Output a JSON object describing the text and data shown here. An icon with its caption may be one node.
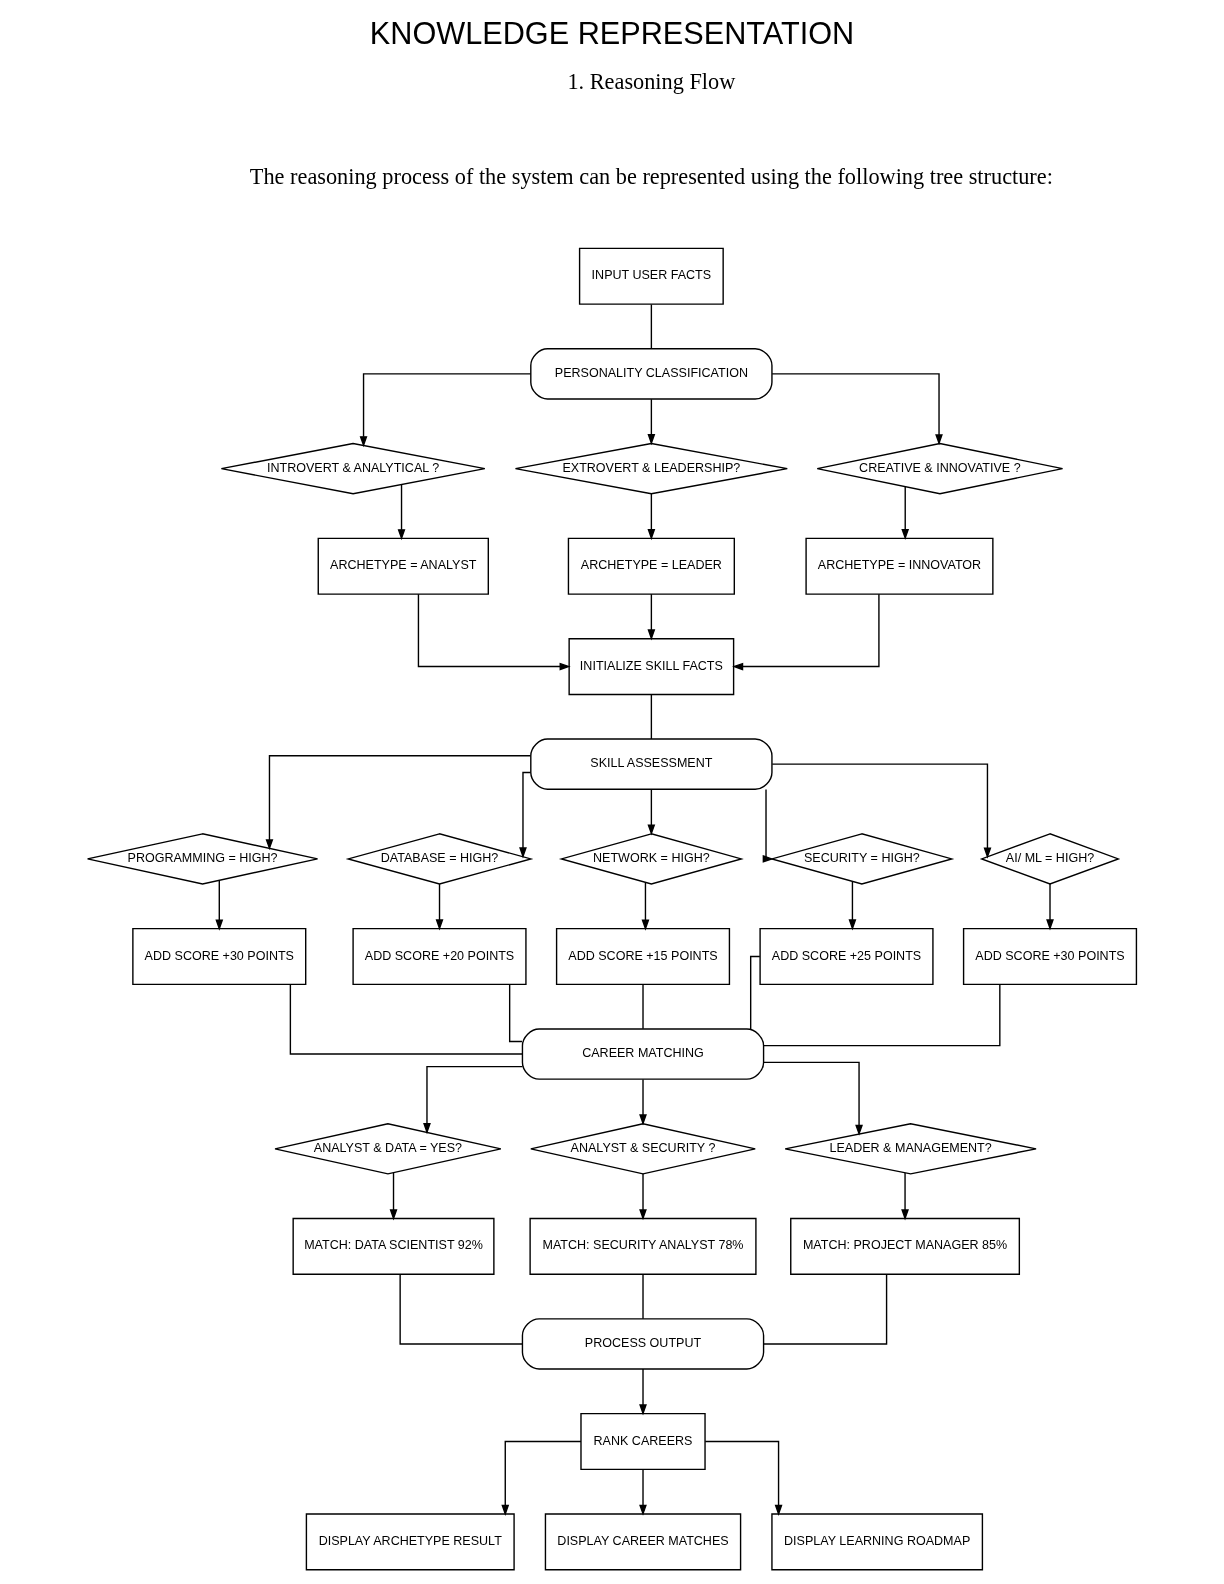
{
  "diagram": {
    "title": "KNOWLEDGE REPRESENTATION",
    "labels": [
      "1. Reasoning Flow",
      "The reasoning process of the system can be represented using the following tree structure:"
    ],
    "nodes": [
      {
        "text": [
          "INPUT USER FACTS"
        ]
      },
      {
        "text": [
          "PERSONALITY CLASSIFICATION"
        ]
      },
      {
        "text": [
          "INTROVERT & ANALYTICAL ?"
        ]
      },
      {
        "text": [
          "EXTROVERT & LEADERSHIP?"
        ]
      },
      {
        "text": [
          "CREATIVE & INNOVATIVE ?"
        ]
      },
      {
        "text": [
          "ARCHETYPE = ANALYST"
        ]
      },
      {
        "text": [
          "ARCHETYPE = LEADER"
        ]
      },
      {
        "text": [
          "ARCHETYPE = INNOVATOR"
        ]
      },
      {
        "text": [
          "INITIALIZE SKILL FACTS"
        ]
      },
      {
        "text": [
          "SKILL ASSESSMENT"
        ]
      },
      {
        "text": [
          "PROGRAMMING = HIGH?"
        ]
      },
      {
        "text": [
          "DATABASE = HIGH?"
        ]
      },
      {
        "text": [
          "NETWORK = HIGH?"
        ]
      },
      {
        "text": [
          "SECURITY = HIGH?"
        ]
      },
      {
        "text": [
          "AI/ ML = HIGH?"
        ]
      },
      {
        "text": [
          "ADD SCORE +30 POINTS"
        ]
      },
      {
        "text": [
          "ADD SCORE +20 POINTS"
        ]
      },
      {
        "text": [
          "ADD SCORE +15 POINTS"
        ]
      },
      {
        "text": [
          "ADD SCORE +25 POINTS"
        ]
      },
      {
        "text": [
          "ADD SCORE +30 POINTS"
        ]
      },
      {
        "text": [
          "CAREER MATCHING"
        ]
      },
      {
        "text": [
          "ANALYST & DATA = YES?"
        ]
      },
      {
        "text": [
          "ANALYST & SECURITY ?"
        ]
      },
      {
        "text": [
          "LEADER & MANAGEMENT?"
        ]
      },
      {
        "text": [
          "MATCH: DATA SCIENTIST 92%"
        ]
      },
      {
        "text": [
          "MATCH: SECURITY ANALYST 78%"
        ]
      },
      {
        "text": [
          "MATCH: PROJECT MANAGER 85%"
        ]
      },
      {
        "text": [
          "PROCESS OUTPUT"
        ]
      },
      {
        "text": [
          "RANK CAREERS"
        ]
      },
      {
        "text": [
          "DISPLAY ARCHETYPE RESULT"
        ]
      },
      {
        "text": [
          "DISPLAY CAREER MATCHES"
        ]
      },
      {
        "text": [
          "DISPLAY LEARNING ROADMAP"
        ]
      }
    ],
    "edges": [
      {
        "from": 0,
        "to": 1,
        "arrow": "none"
      },
      {
        "from": 1,
        "to": 2,
        "arrow": "to"
      },
      {
        "from": 1,
        "to": 3,
        "arrow": "to"
      },
      {
        "from": 1,
        "to": 4,
        "arrow": "to"
      },
      {
        "from": 2,
        "to": 5,
        "arrow": "to"
      },
      {
        "from": 3,
        "to": 6,
        "arrow": "to"
      },
      {
        "from": 4,
        "to": 7,
        "arrow": "to"
      },
      {
        "from": 5,
        "to": 8,
        "arrow": "to"
      },
      {
        "from": 6,
        "to": 8,
        "arrow": "to"
      },
      {
        "from": 7,
        "to": 8,
        "arrow": "to"
      },
      {
        "from": 8,
        "to": 9,
        "arrow": "none"
      },
      {
        "from": 9,
        "to": 10,
        "arrow": "to"
      },
      {
        "from": 9,
        "to": 11,
        "arrow": "to"
      },
      {
        "from": 9,
        "to": 12,
        "arrow": "to"
      },
      {
        "from": 9,
        "to": 13,
        "arrow": "to"
      },
      {
        "from": 9,
        "to": 14,
        "arrow": "to"
      },
      {
        "from": 10,
        "to": 15,
        "arrow": "to"
      },
      {
        "from": 11,
        "to": 16,
        "arrow": "to"
      },
      {
        "from": 12,
        "to": 17,
        "arrow": "to"
      },
      {
        "from": 13,
        "to": 18,
        "arrow": "to"
      },
      {
        "from": 14,
        "to": 19,
        "arrow": "to"
      },
      {
        "from": 15,
        "to": 20,
        "arrow": "none"
      },
      {
        "from": 16,
        "to": 20,
        "arrow": "none"
      },
      {
        "from": 17,
        "to": 20,
        "arrow": "none"
      },
      {
        "from": 18,
        "to": 20,
        "arrow": "none"
      },
      {
        "from": 19,
        "to": 20,
        "arrow": "none"
      },
      {
        "from": 20,
        "to": 21,
        "arrow": "to"
      },
      {
        "from": 20,
        "to": 22,
        "arrow": "to"
      },
      {
        "from": 20,
        "to": 23,
        "arrow": "to"
      },
      {
        "from": 21,
        "to": 24,
        "arrow": "to"
      },
      {
        "from": 22,
        "to": 25,
        "arrow": "to"
      },
      {
        "from": 23,
        "to": 26,
        "arrow": "to"
      },
      {
        "from": 24,
        "to": 27,
        "arrow": "none"
      },
      {
        "from": 25,
        "to": 27,
        "arrow": "none"
      },
      {
        "from": 26,
        "to": 27,
        "arrow": "none"
      },
      {
        "from": 27,
        "to": 28,
        "arrow": "to"
      },
      {
        "from": 28,
        "to": 29,
        "arrow": "to"
      },
      {
        "from": 28,
        "to": 30,
        "arrow": "to"
      },
      {
        "from": 28,
        "to": 31,
        "arrow": "to"
      }
    ]
  }
}
